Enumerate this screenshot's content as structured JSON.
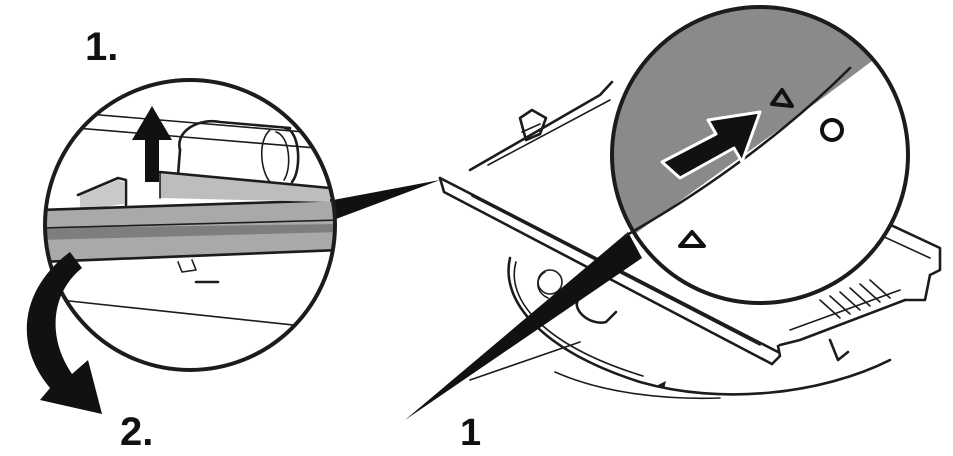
{
  "steps": {
    "step1_label": "1.",
    "step2_label": "2."
  },
  "callout_label": "1",
  "symbols": {
    "upper_triangle": "triangle-outline-icon",
    "lower_triangle": "triangle-outline-icon",
    "circle": "circle-outline-icon",
    "push_arrow": "arrow-right-icon",
    "lift_arrow": "arrow-up-icon",
    "rotate_arrow": "curved-arrow-icon"
  },
  "colors": {
    "line": "#1c1c1c",
    "gray_fill": "#8a8a8a",
    "light_gray": "#c9c9c9",
    "background": "#ffffff"
  }
}
